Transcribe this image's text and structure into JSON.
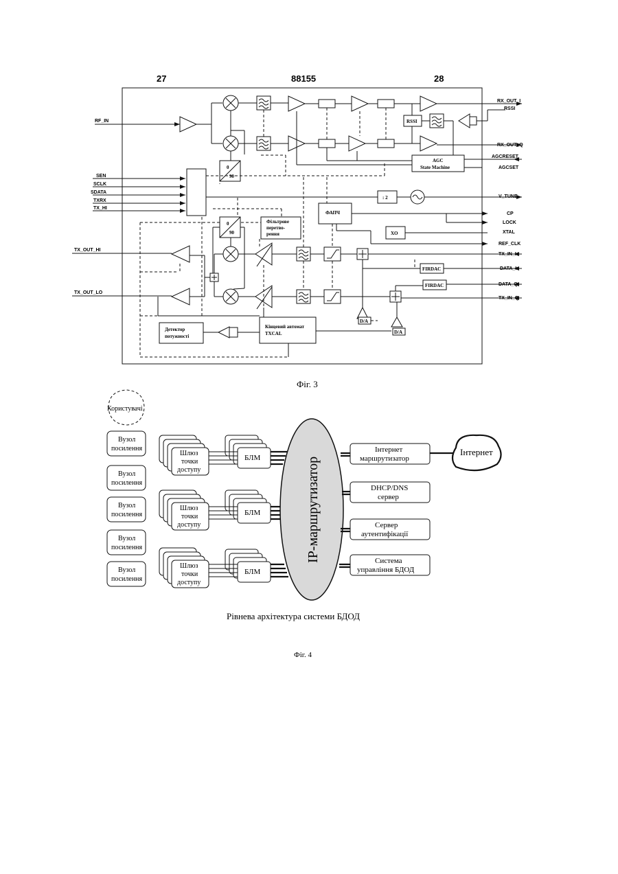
{
  "fig3": {
    "header_left": "27",
    "header_center": "88155",
    "header_right": "28",
    "left_signals": [
      "RF_IN",
      "SEN",
      "SCLK",
      "SDATA",
      "TXRX",
      "TX_HI",
      "TX_OUT_HI",
      "TX_OUT_LO"
    ],
    "right_signals": [
      "RX_OUT_I",
      "RSSI",
      "RX_OUT_Q",
      "AGCRESET",
      "AGCSET",
      "V_TUNE",
      "CP",
      "LOCK",
      "XTAL",
      "REF_CLK",
      "TX_IN_I",
      "DATA_I",
      "DATA_Q",
      "TX_IN_Q"
    ],
    "blocks": {
      "rssi": "RSSI",
      "agc_line1": "AGC",
      "agc_line2": "State Machine",
      "div2": ": 2",
      "pll": "ФАПЧ",
      "xo": "XO",
      "filter_line1": "Фільтрове",
      "filter_line2": "перетво-",
      "filter_line3": "рення",
      "firdac_i": "FIRDAC",
      "firdac_q": "FIRDAC",
      "phase_top": "0",
      "phase_bottom": "90",
      "detector_line1": "Детектор",
      "detector_line2": "потужності",
      "fsm_line1": "Кінцевий  автомат",
      "fsm_line2": "TXCAL",
      "da1": "D/A",
      "da2": "D/A"
    },
    "caption": "Фіг. 3"
  },
  "fig4": {
    "users": "Користувачі",
    "repeater_nodes": [
      "Вузол посилення",
      "Вузол посилення",
      "Вузол посилення",
      "Вузол посилення",
      "Вузол посилення"
    ],
    "gateway_line1": "Шлюз",
    "gateway_line2": "точки",
    "gateway_line3": "доступу",
    "blm": "БЛМ",
    "router": "IP-маршрутизатор",
    "servers": [
      {
        "line1": "Інтернет",
        "line2": "маршрутизатор"
      },
      {
        "line1": "DHCP/DNS",
        "line2": "сервер"
      },
      {
        "line1": "Сервер",
        "line2": "аутентифікації"
      },
      {
        "line1": "Система",
        "line2": "управління БДОД"
      }
    ],
    "internet": "Інтернет",
    "subtitle": "Рівнева архітектура системи БДОД",
    "caption": "Фіг. 4"
  }
}
